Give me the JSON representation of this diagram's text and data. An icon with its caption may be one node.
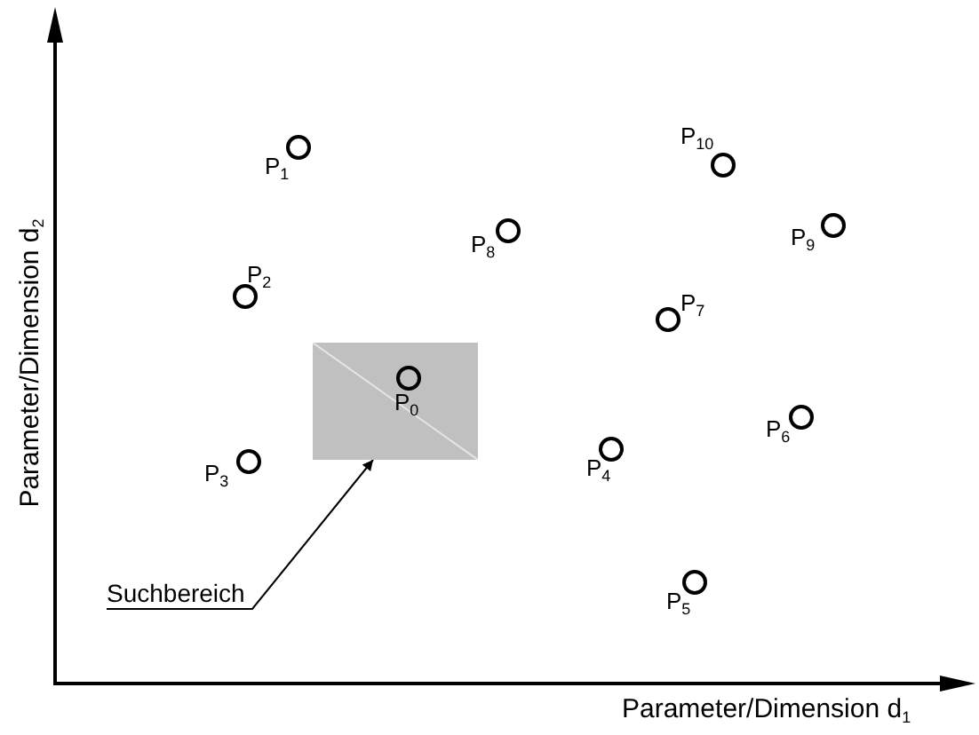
{
  "diagram": {
    "nodes": [
      {
        "text": [
          "Suchbereich"
        ]
      },
      {
        "text": [],
        "shape": "box"
      },
      {
        "text": [],
        "shape": "circle",
        "in": 1,
        "beside": [
          "P$_{0}$"
        ]
      },
      {
        "text": [],
        "shape": "circle",
        "beside": [
          "P$_{1}$"
        ]
      },
      {
        "text": [],
        "shape": "circle",
        "beside": [
          "P$_{2}$"
        ]
      },
      {
        "text": [],
        "shape": "circle",
        "beside": [
          "P$_{3}$"
        ]
      },
      {
        "text": [],
        "shape": "circle",
        "beside": [
          "P$_{4}$"
        ]
      },
      {
        "text": [],
        "shape": "circle",
        "beside": [
          "P$_{5}$"
        ]
      },
      {
        "text": [],
        "shape": "circle",
        "beside": [
          "P$_{6}$"
        ]
      },
      {
        "text": [],
        "shape": "circle",
        "beside": [
          "P$_{7}$"
        ]
      },
      {
        "text": [],
        "shape": "circle",
        "beside": [
          "P$_{8}$"
        ]
      },
      {
        "text": [],
        "shape": "circle",
        "beside": [
          "P$_{9}$"
        ]
      },
      {
        "text": [],
        "shape": "circle",
        "beside": [
          "P$_{10}$"
        ]
      }
    ],
    "edges": [
      {
        "from": 0,
        "to": 1,
        "arrow": "to"
      }
    ],
    "labels": [
      "Parameter/Dimension d$_{2}$",
      "Parameter/Dimension d$_{1}$"
    ]
  }
}
